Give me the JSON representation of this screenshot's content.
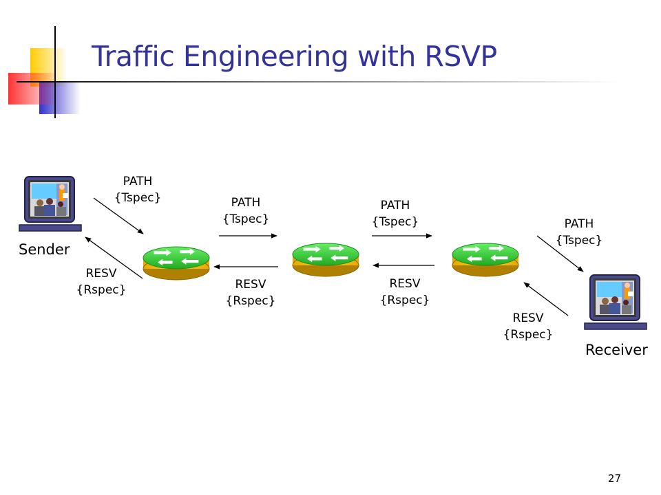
{
  "slide": {
    "title": "Traffic Engineering with RSVP",
    "page_number": "27"
  },
  "nodes": {
    "sender": "Sender",
    "receiver": "Receiver"
  },
  "messages": {
    "path_1": {
      "line1": "PATH",
      "line2": "{Tspec}"
    },
    "path_2": {
      "line1": "PATH",
      "line2": "{Tspec}"
    },
    "path_3": {
      "line1": "PATH",
      "line2": "{Tspec}"
    },
    "path_4": {
      "line1": "PATH",
      "line2": "{Tspec}"
    },
    "resv_1": {
      "line1": "RESV",
      "line2": "{Rspec}"
    },
    "resv_2": {
      "line1": "RESV",
      "line2": "{Rspec}"
    },
    "resv_3": {
      "line1": "RESV",
      "line2": "{Rspec}"
    },
    "resv_4": {
      "line1": "RESV",
      "line2": "{Rspec}"
    }
  },
  "colors": {
    "title": "#33339a",
    "router_top": "#33cc33",
    "router_side": "#ffcc00",
    "deco_yellow": "#ffcc00",
    "deco_red": "#ff3333",
    "deco_blue": "#3333cc"
  }
}
